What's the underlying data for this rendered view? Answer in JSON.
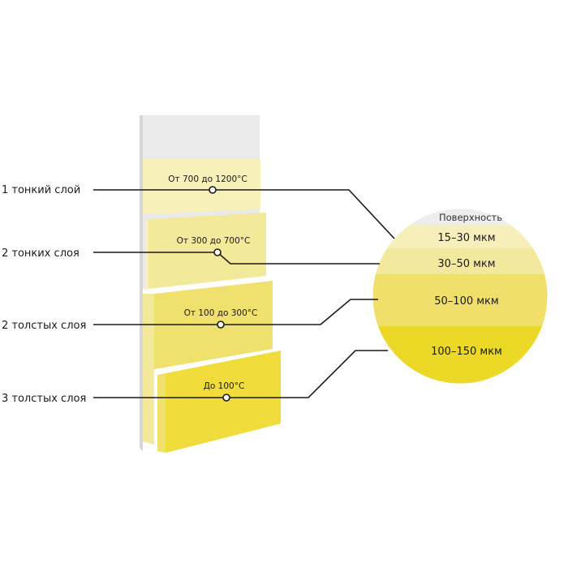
{
  "layers": [
    {
      "label": "1 тонкий слой",
      "temp": "От 700 до 1200°С"
    },
    {
      "label": "2 тонких слоя",
      "temp": "От 300 до 700°С"
    },
    {
      "label": "2 толстых слоя",
      "temp": "От 100 до 300°С"
    },
    {
      "label": "3 толстых слоя",
      "temp": "До 100°С"
    }
  ],
  "cross_section": {
    "surface_label": "Поверхность",
    "bands": [
      {
        "label": "15–30 мкм"
      },
      {
        "label": "30–50 мкм"
      },
      {
        "label": "50–100 мкм"
      },
      {
        "label": "100–150 мкм"
      }
    ]
  },
  "colors": {
    "substrate": "#eaeaea",
    "substrate_side": "#d6d6d6",
    "layer_1": "#f7f0b8",
    "layer_2": "#f3e99a",
    "layer_3": "#f0e06e",
    "layer_4": "#f0dc3a",
    "band_1": "#f6efbb",
    "band_2": "#f3e99e",
    "band_3": "#f0e06b",
    "band_4": "#ecd927"
  }
}
